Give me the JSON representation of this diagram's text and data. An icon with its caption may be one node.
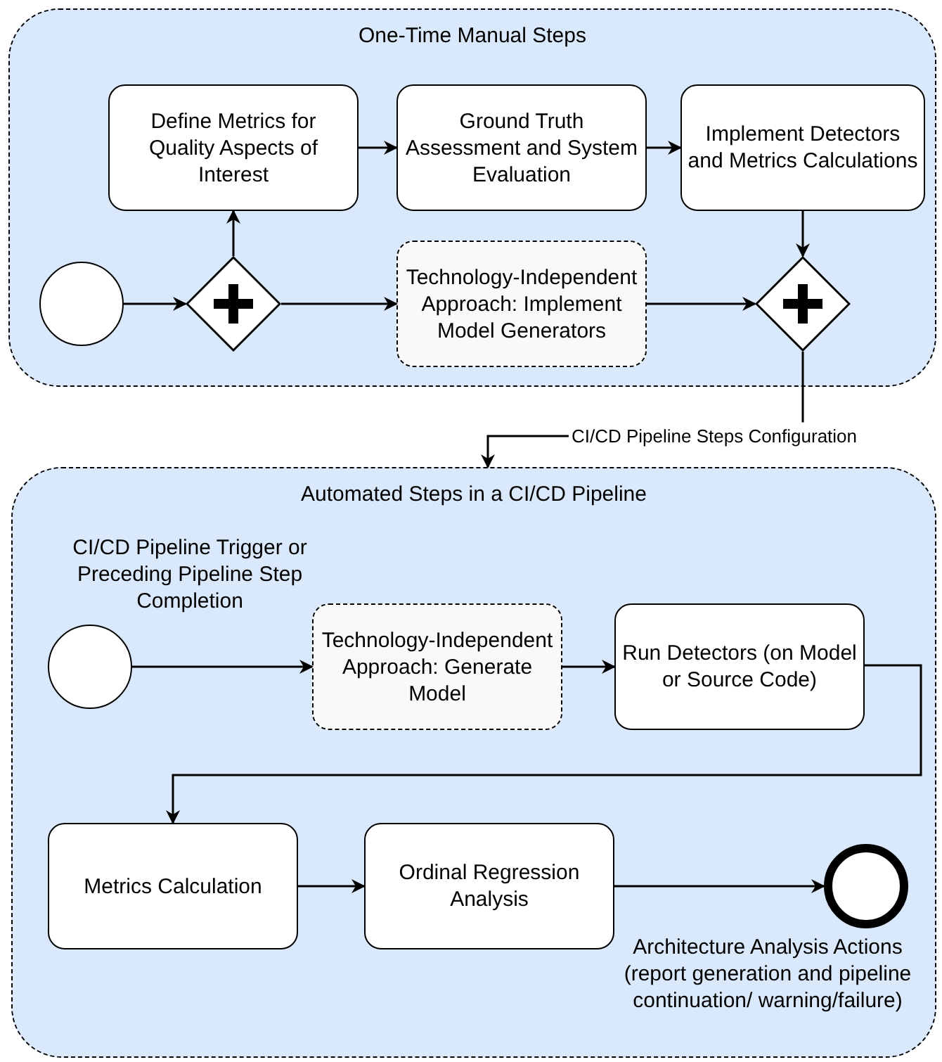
{
  "diagram": {
    "nodes": [
      {
        "text": [
          "One-Time Manual Steps"
        ]
      },
      {
        "text": [],
        "shape": "circle",
        "in": 0
      },
      {
        "text": [],
        "shape": "diamond",
        "in": 0
      },
      {
        "text": [
          "Define Metrics for Quality Aspects of Interest"
        ],
        "in": 0
      },
      {
        "text": [
          "Ground Truth Assessment and System Evaluation"
        ],
        "in": 0
      },
      {
        "text": [
          "Implement Detectors and Metrics Calculations"
        ],
        "in": 0
      },
      {
        "text": [
          "Technology-Independent Approach: Implement Model Generators"
        ],
        "in": 0
      },
      {
        "text": [],
        "shape": "diamond",
        "in": 0
      },
      {
        "text": [
          "Automated Steps in a CI/CD Pipeline"
        ]
      },
      {
        "text": [
          "CI/CD Pipeline Trigger or Preceding Pipeline Step Completion"
        ],
        "in": 8
      },
      {
        "text": [
          "Technology-Independent Approach: Generate Model"
        ],
        "in": 8
      },
      {
        "text": [
          "Run Detectors (on Model or Source Code)"
        ],
        "in": 8
      },
      {
        "text": [
          "Metrics Calculation"
        ],
        "in": 8
      },
      {
        "text": [
          "Ordinal Regression Analysis"
        ],
        "in": 8
      },
      {
        "text": [
          "Architecture Analysis Actions (report generation and pipeline continuation/ warning/failure)"
        ],
        "in": 8
      }
    ],
    "edges": [
      {
        "from": 1,
        "to": 2,
        "arrow": "to"
      },
      {
        "from": 2,
        "to": 3,
        "arrow": "to"
      },
      {
        "from": 2,
        "to": 6,
        "arrow": "to"
      },
      {
        "from": 3,
        "to": 4,
        "arrow": "to"
      },
      {
        "from": 4,
        "to": 5,
        "arrow": "to"
      },
      {
        "from": 5,
        "to": 7,
        "arrow": "to"
      },
      {
        "from": 6,
        "to": 7,
        "arrow": "to"
      },
      {
        "from": 7,
        "to": 8,
        "arrow": "to",
        "label": "CI/CD Pipeline Steps Configuration"
      },
      {
        "from": 9,
        "to": 10,
        "arrow": "to"
      },
      {
        "from": 10,
        "to": 11,
        "arrow": "to"
      },
      {
        "from": 11,
        "to": 12,
        "arrow": "to"
      },
      {
        "from": 12,
        "to": 13,
        "arrow": "to"
      },
      {
        "from": 13,
        "to": 14,
        "arrow": "to"
      }
    ]
  }
}
